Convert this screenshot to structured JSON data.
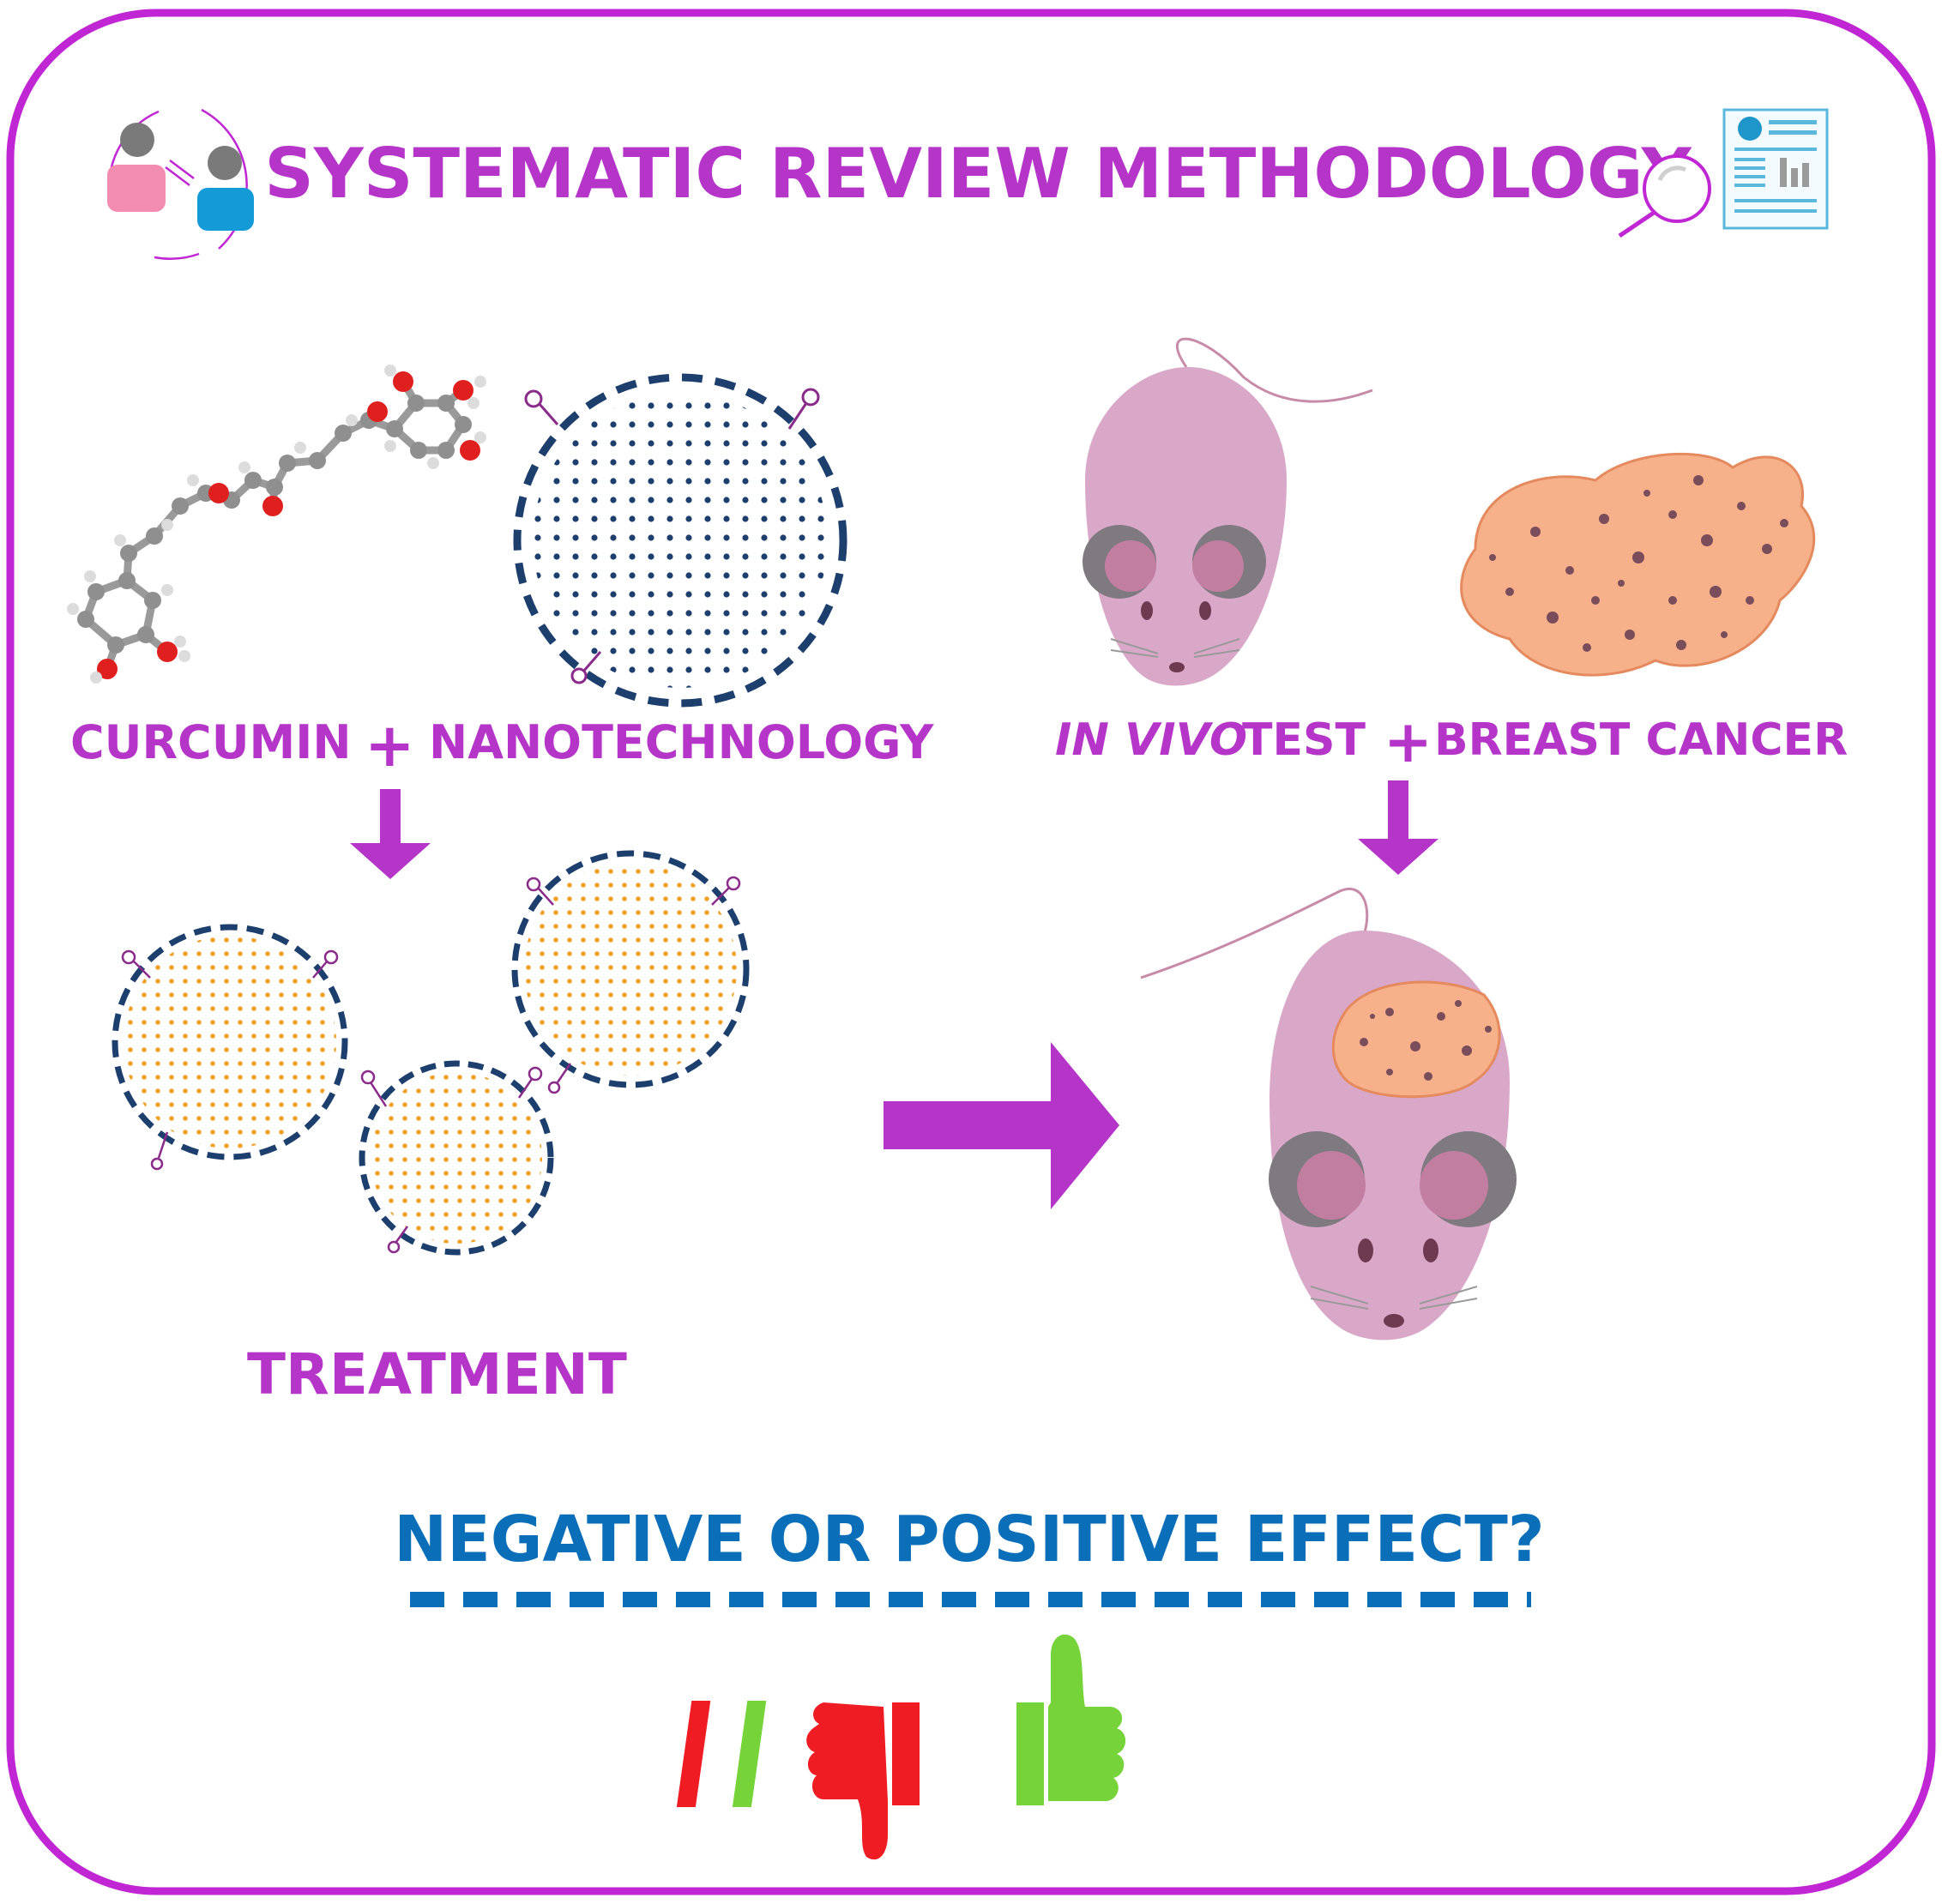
{
  "title": "SYSTEMATIC REVIEW METHODOLOGY",
  "labels": {
    "curcumin": "CURCUMIN",
    "plus": "+",
    "nanotechnology": "NANOTECHNOLOGY",
    "in_vivo": "IN VIVO",
    "test": "TEST",
    "breast_cancer": "BREAST CANCER",
    "treatment": "TREATMENT",
    "question": "NEGATIVE OR POSITIVE EFFECT?"
  },
  "colors": {
    "magenta": "#b535c9",
    "frame": "#c026d3",
    "blue": "#0a6fb8",
    "navy": "#1d3f6e",
    "orange": "#f0a22c",
    "mouse": "#d9a7c7",
    "ear_outer": "#7e7a80",
    "ear_inner": "#c27ea0",
    "tumor": "#f6b08a",
    "tumor_dot": "#7a4d5a",
    "thumb_red": "#ef1c24",
    "thumb_green": "#76d33a"
  },
  "icons": [
    "reviewers-icon",
    "report-magnifier-icon",
    "curcumin-molecule-icon",
    "nanoparticle-icon",
    "mouse-icon",
    "tumor-icon",
    "thumbs-down-up-icon"
  ]
}
